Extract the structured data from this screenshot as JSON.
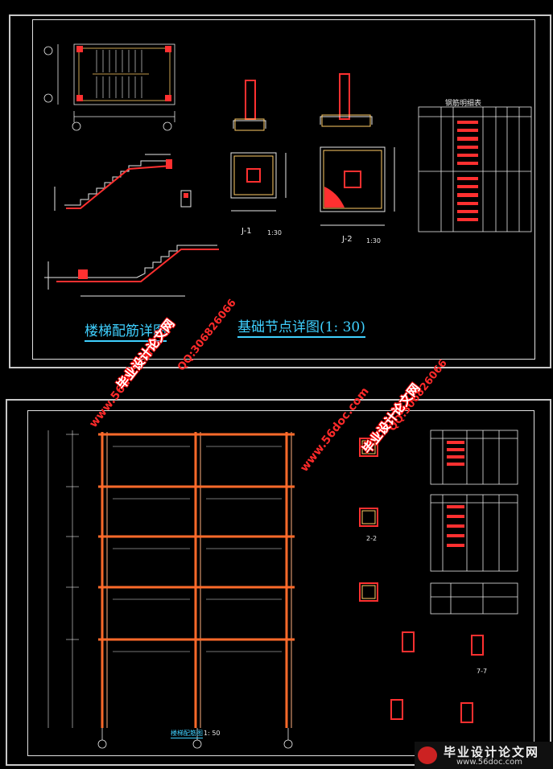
{
  "captions": {
    "stair_title": "楼梯配筋详图",
    "foundation_title": "基础节点详图(1: 30)",
    "frame_title": "楼梯配筋图",
    "frame_scale": "1: 50"
  },
  "labels": {
    "j1": "J-1",
    "j1_scale": "1:30",
    "j2": "J-2",
    "j2_scale": "1:30",
    "rebar_table_title": "钢筋明细表",
    "section_2_2": "2-2",
    "section_7_7": "7-7"
  },
  "watermarks": {
    "site": "www.56doc.com",
    "qq": "QQ:306826066",
    "brand": "毕业设计论文网",
    "logo_text": "毕业设计论文网",
    "logo_url": "www.56doc.com"
  },
  "colors": {
    "background": "#000000",
    "border": "#c8c8c8",
    "rebar": "#ff3030",
    "frame": "#ff6a2a",
    "caption": "#3fd0ff",
    "watermark": "#ff2a2a"
  }
}
